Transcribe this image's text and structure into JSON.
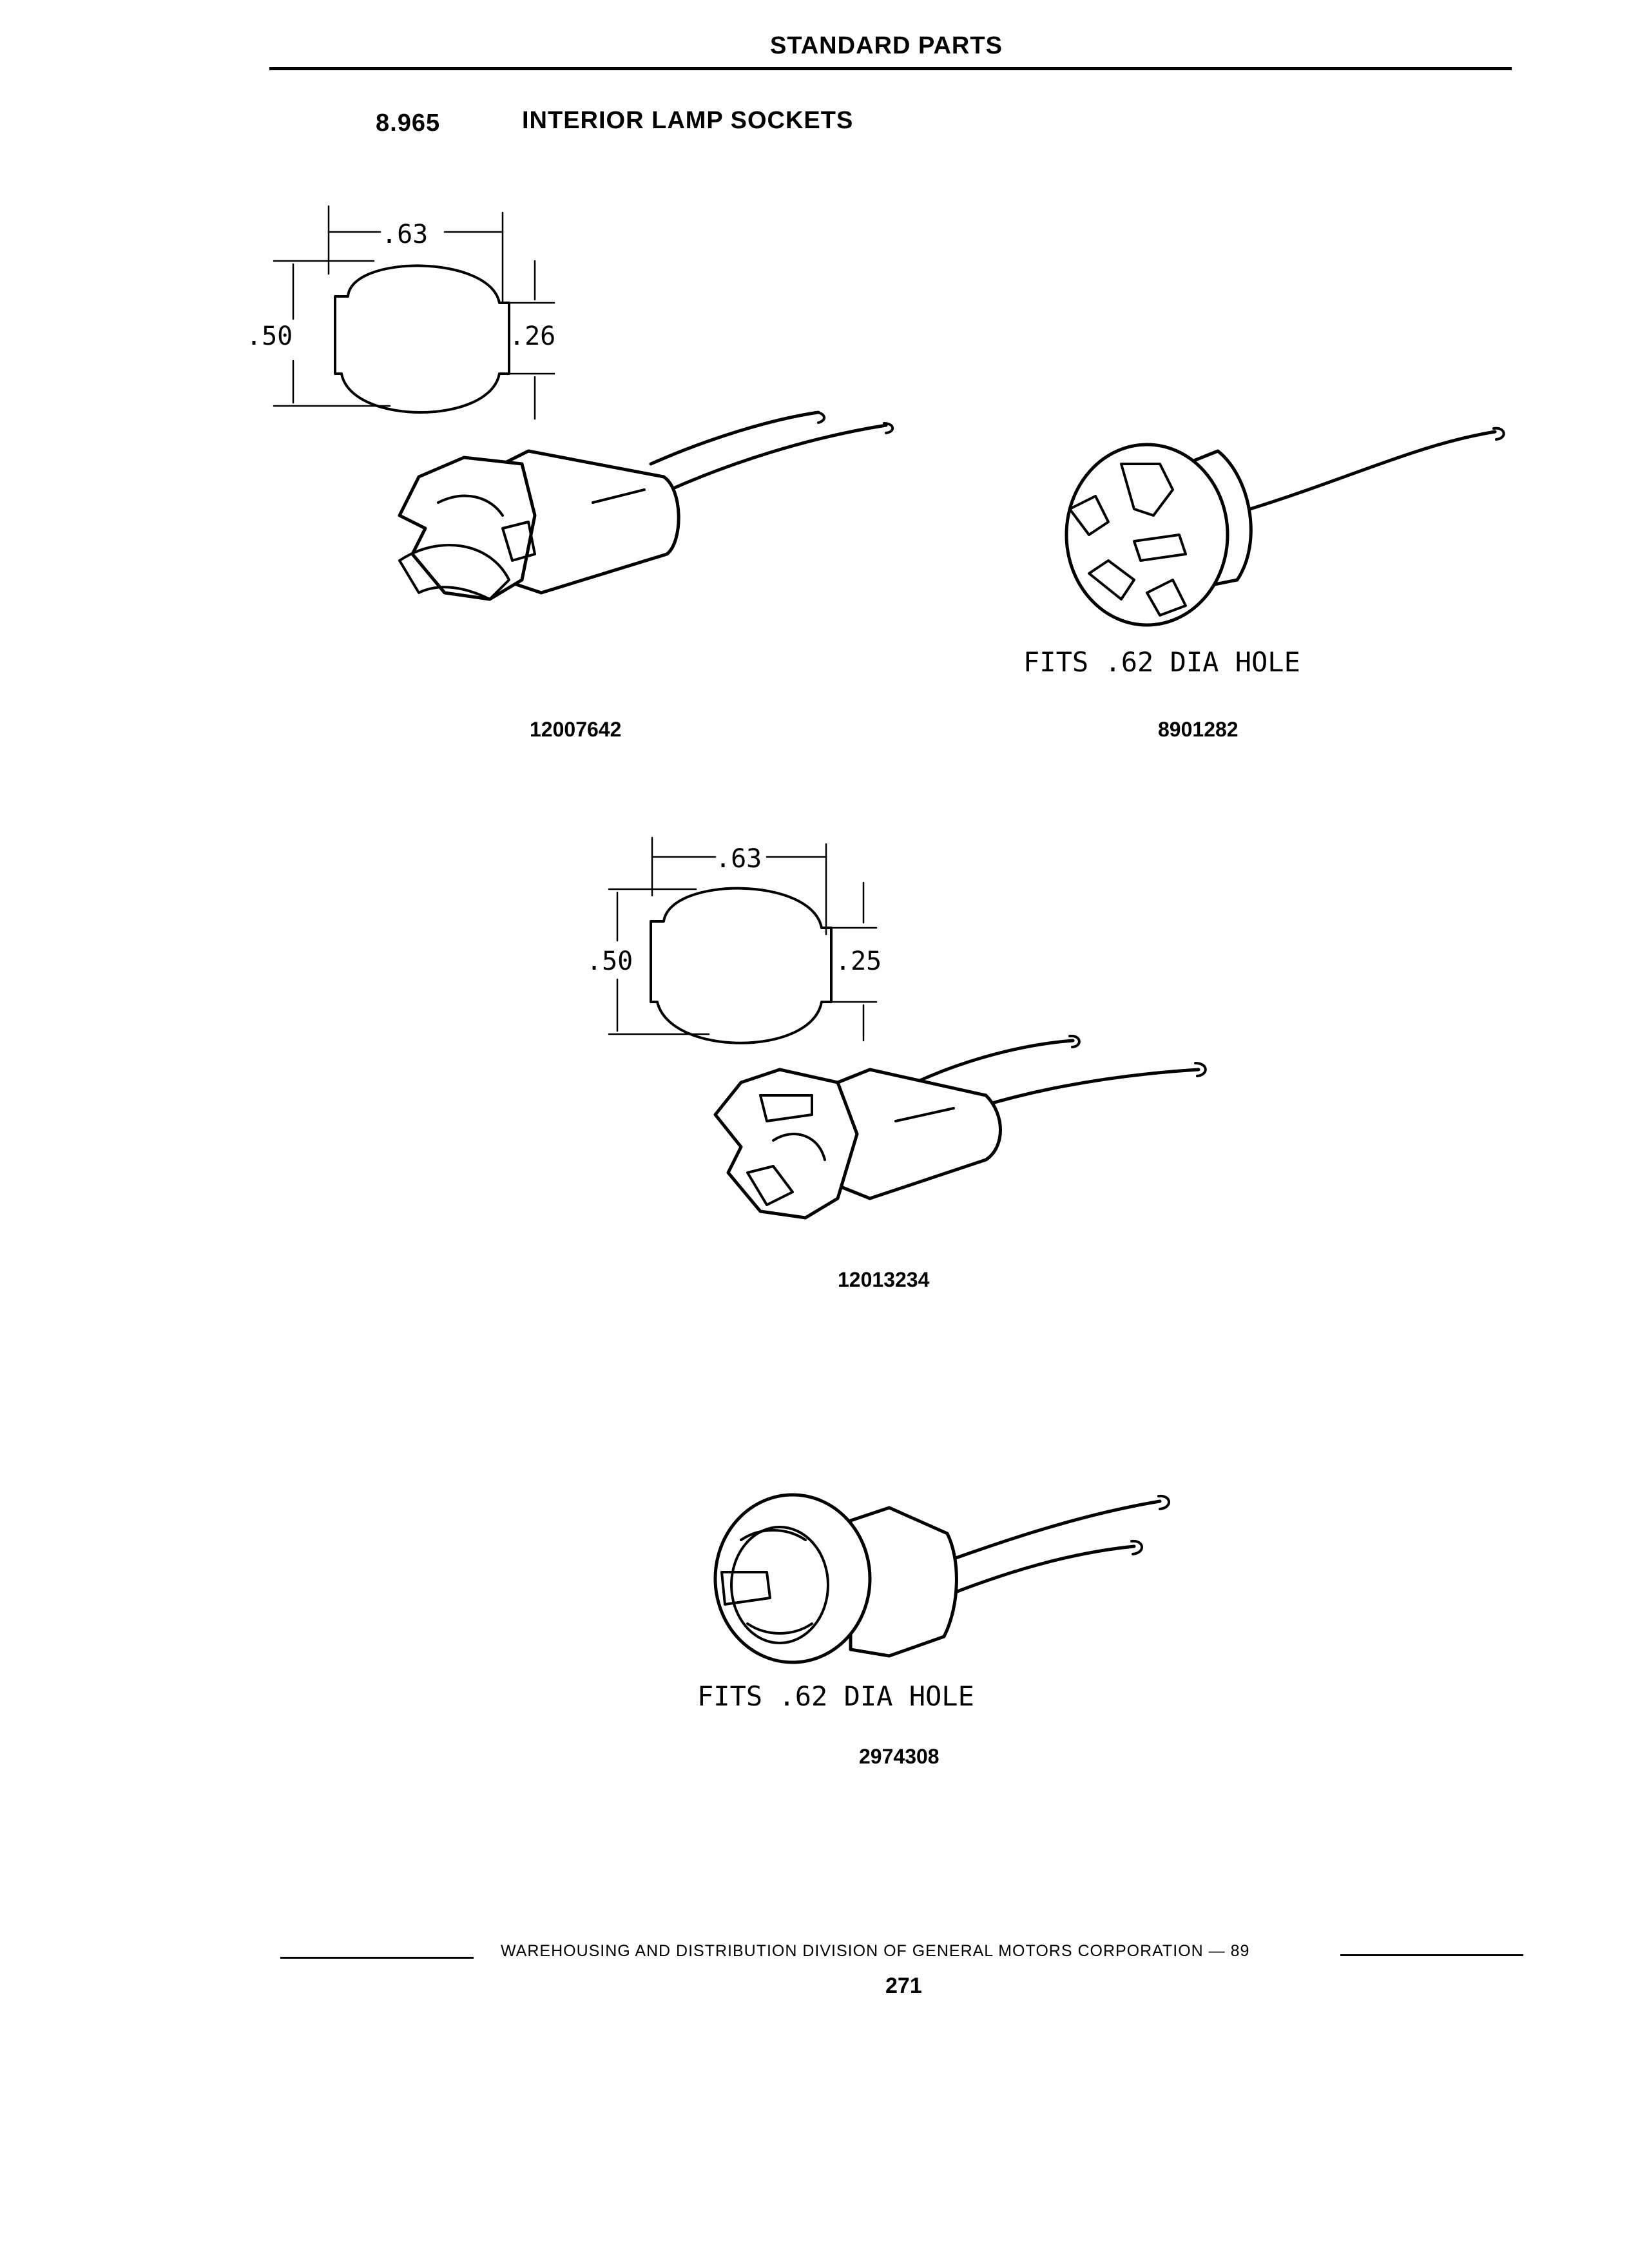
{
  "header": {
    "section_title": "STANDARD PARTS"
  },
  "section": {
    "number": "8.965",
    "title": "INTERIOR LAMP SOCKETS"
  },
  "parts": [
    {
      "part_number": "12007642",
      "dims": {
        "width": ".63",
        "height": ".50",
        "flat": ".26"
      },
      "note": ""
    },
    {
      "part_number": "8901282",
      "note": "FITS .62 DIA HOLE"
    },
    {
      "part_number": "12013234",
      "dims": {
        "width": ".63",
        "height": ".50",
        "flat": ".25"
      },
      "note": ""
    },
    {
      "part_number": "2974308",
      "note": "FITS .62 DIA HOLE"
    }
  ],
  "footer": {
    "org_line": "WAREHOUSING AND DISTRIBUTION DIVISION OF GENERAL MOTORS CORPORATION — 89",
    "page_number": "271"
  }
}
